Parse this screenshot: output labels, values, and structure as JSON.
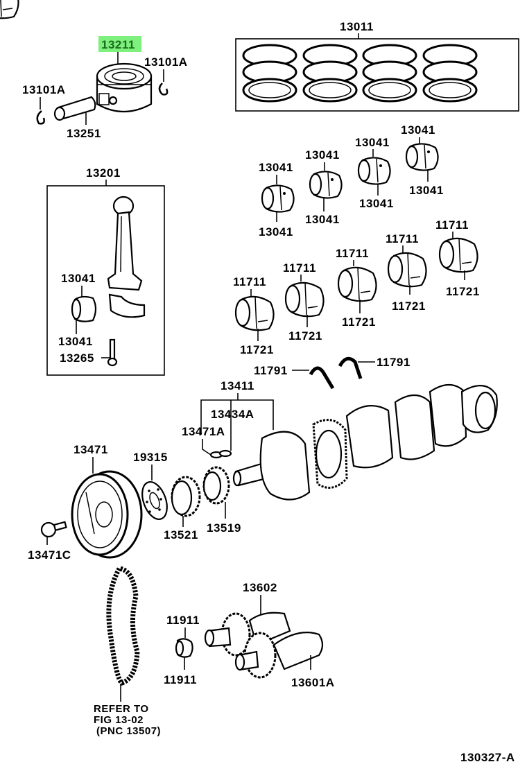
{
  "diagram": {
    "figure_id": "130327-A",
    "highlight_color": "#7ef07e",
    "highlight_text_color": "#1a6b1a",
    "selected_part": "13211",
    "labels": {
      "piston": "13211",
      "snap_ring_right": "13101A",
      "snap_ring_left": "13101A",
      "piston_pin": "13251",
      "ring_set": "13011",
      "conrod_assy": "13201",
      "conrod_bearing_upper_box": "13041",
      "conrod_bearing_lower_box": "13041",
      "conrod_bolt": "13265",
      "cb1_top": "13041",
      "cb1_bot": "13041",
      "cb2_top": "13041",
      "cb2_bot": "13041",
      "cb3_top": "13041",
      "cb3_bot": "13041",
      "cb4_top": "13041",
      "cb4_bot": "13041",
      "mb1_top": "11711",
      "mb1_bot": "11721",
      "mb2_top": "11711",
      "mb2_bot": "11721",
      "mb3_top": "11711",
      "mb3_bot": "11721",
      "mb4_top": "11711",
      "mb4_bot": "11721",
      "mb5_top": "11711",
      "mb5_bot": "11721",
      "thrust_washer_left": "11791",
      "thrust_washer_right": "11791",
      "crankshaft": "13411",
      "crank_key": "13434A",
      "pulley_key": "13471A",
      "crank_pulley": "13471",
      "pulley_bolt": "13471C",
      "plate": "19315",
      "crank_gear": "13521",
      "crank_sprocket": "13519",
      "camshaft_gear": "13602",
      "camshaft_bearing_top": "11911",
      "camshaft_bearing_bot": "11911",
      "camshaft": "13601A",
      "chain_note_line1": "REFER TO",
      "chain_note_line2": "FIG 13-02",
      "chain_note_line3": "(PNC 13507)"
    }
  }
}
